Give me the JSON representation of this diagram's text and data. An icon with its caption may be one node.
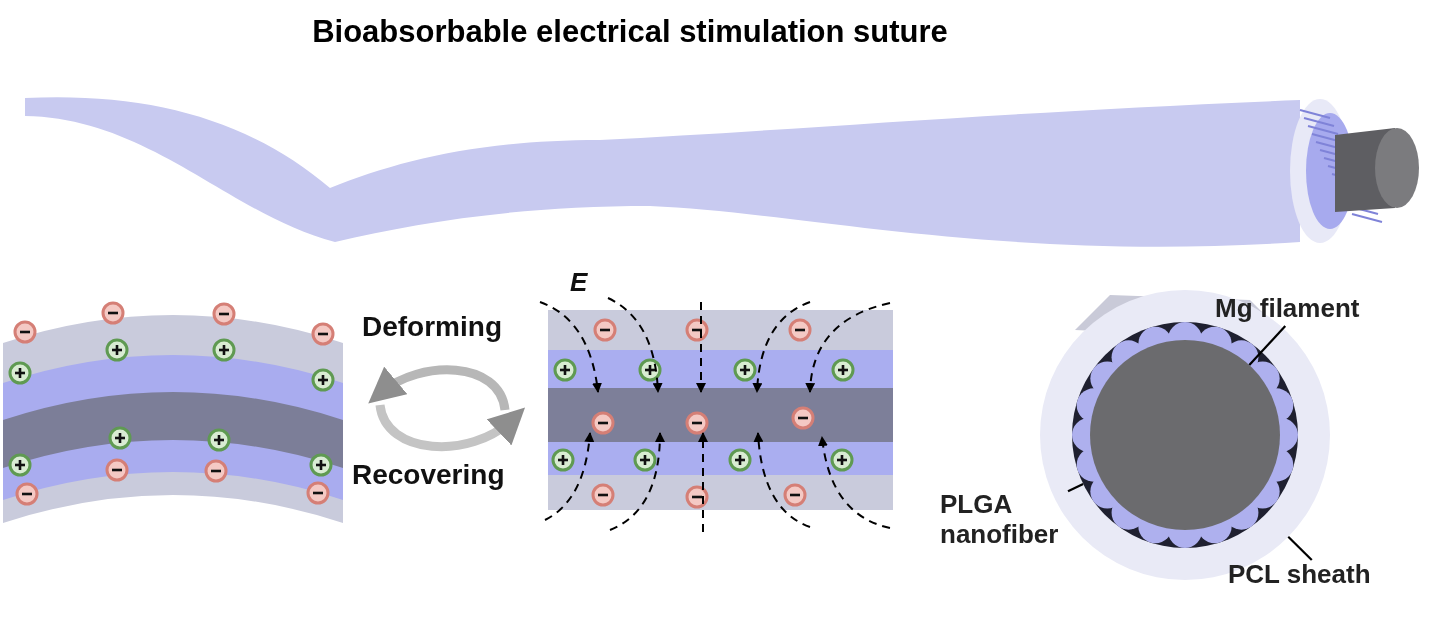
{
  "diagram": {
    "title": "Bioabsorbable electrical stimulation suture",
    "nodes": [
      {
        "text": [],
        "shape": "circle"
      },
      {
        "text": [],
        "shape": "circle",
        "in": 0
      },
      {
        "text": [],
        "shape": "circle",
        "in": 1
      },
      {
        "text": [
          "Mg filament"
        ]
      },
      {
        "text": [
          "PLGA nanofiber"
        ]
      },
      {
        "text": [
          "PCL sheath"
        ]
      }
    ],
    "edges": [
      {
        "from": 3,
        "to": 2,
        "arrow": "none"
      },
      {
        "from": 4,
        "to": 1,
        "arrow": "none"
      },
      {
        "from": 5,
        "to": 0,
        "arrow": "none"
      }
    ],
    "labels": [
      "Deforming",
      "Recovering",
      "E"
    ]
  }
}
